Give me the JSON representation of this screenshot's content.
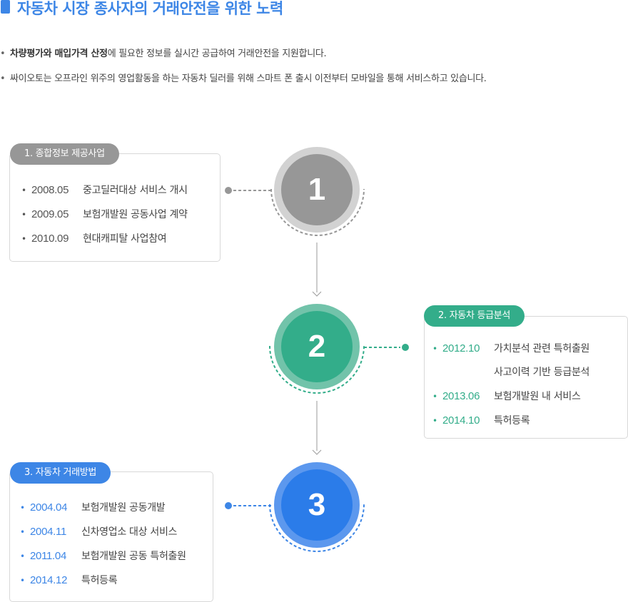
{
  "header": {
    "title": "자동차 시장 종사자의 거래안전을 위한 노력"
  },
  "intro": {
    "bullet": "•",
    "line1_bold": "차량평가와 매입가격 산정",
    "line1_rest": "에 필요한 정보를 실시간 공급하여 거래안전을 지원합니다.",
    "line2": "싸이오토는 오프라인 위주의 영업활동을 하는 자동차 딜러를 위해 스마트 폰 출시 이전부터 모바일을 통해 서비스하고 있습니다."
  },
  "colors": {
    "gray": "#979797",
    "green": "#33ad8a",
    "blue": "#3d86e6"
  },
  "steps": [
    {
      "number": "1",
      "badge": "1. 종합정보 제공사업",
      "items": [
        {
          "bullet": "•",
          "date": "2008.05",
          "text": "중고딜러대상 서비스 개시"
        },
        {
          "bullet": "•",
          "date": "2009.05",
          "text": "보험개발원 공동사업 계약"
        },
        {
          "bullet": "•",
          "date": "2010.09",
          "text": "현대캐피탈 사업참여"
        }
      ]
    },
    {
      "number": "2",
      "badge": "2. 자동차 등급분석",
      "items": [
        {
          "bullet": "•",
          "date": "2012.10",
          "text": "가치분석 관련 특허출원"
        },
        {
          "bullet": "",
          "date": "",
          "text": "사고이력 기반 등급분석"
        },
        {
          "bullet": "•",
          "date": "2013.06",
          "text": "보험개발원 내 서비스"
        },
        {
          "bullet": "•",
          "date": "2014.10",
          "text": "특허등록"
        }
      ]
    },
    {
      "number": "3",
      "badge": "3. 자동차 거래방법",
      "items": [
        {
          "bullet": "•",
          "date": "2004.04",
          "text": "보험개발원 공동개발"
        },
        {
          "bullet": "•",
          "date": "2004.11",
          "text": "신차영업소 대상 서비스"
        },
        {
          "bullet": "•",
          "date": "2011.04",
          "text": "보험개발원 공동 특허출원"
        },
        {
          "bullet": "•",
          "date": "2014.12",
          "text": "특허등록"
        }
      ]
    }
  ]
}
